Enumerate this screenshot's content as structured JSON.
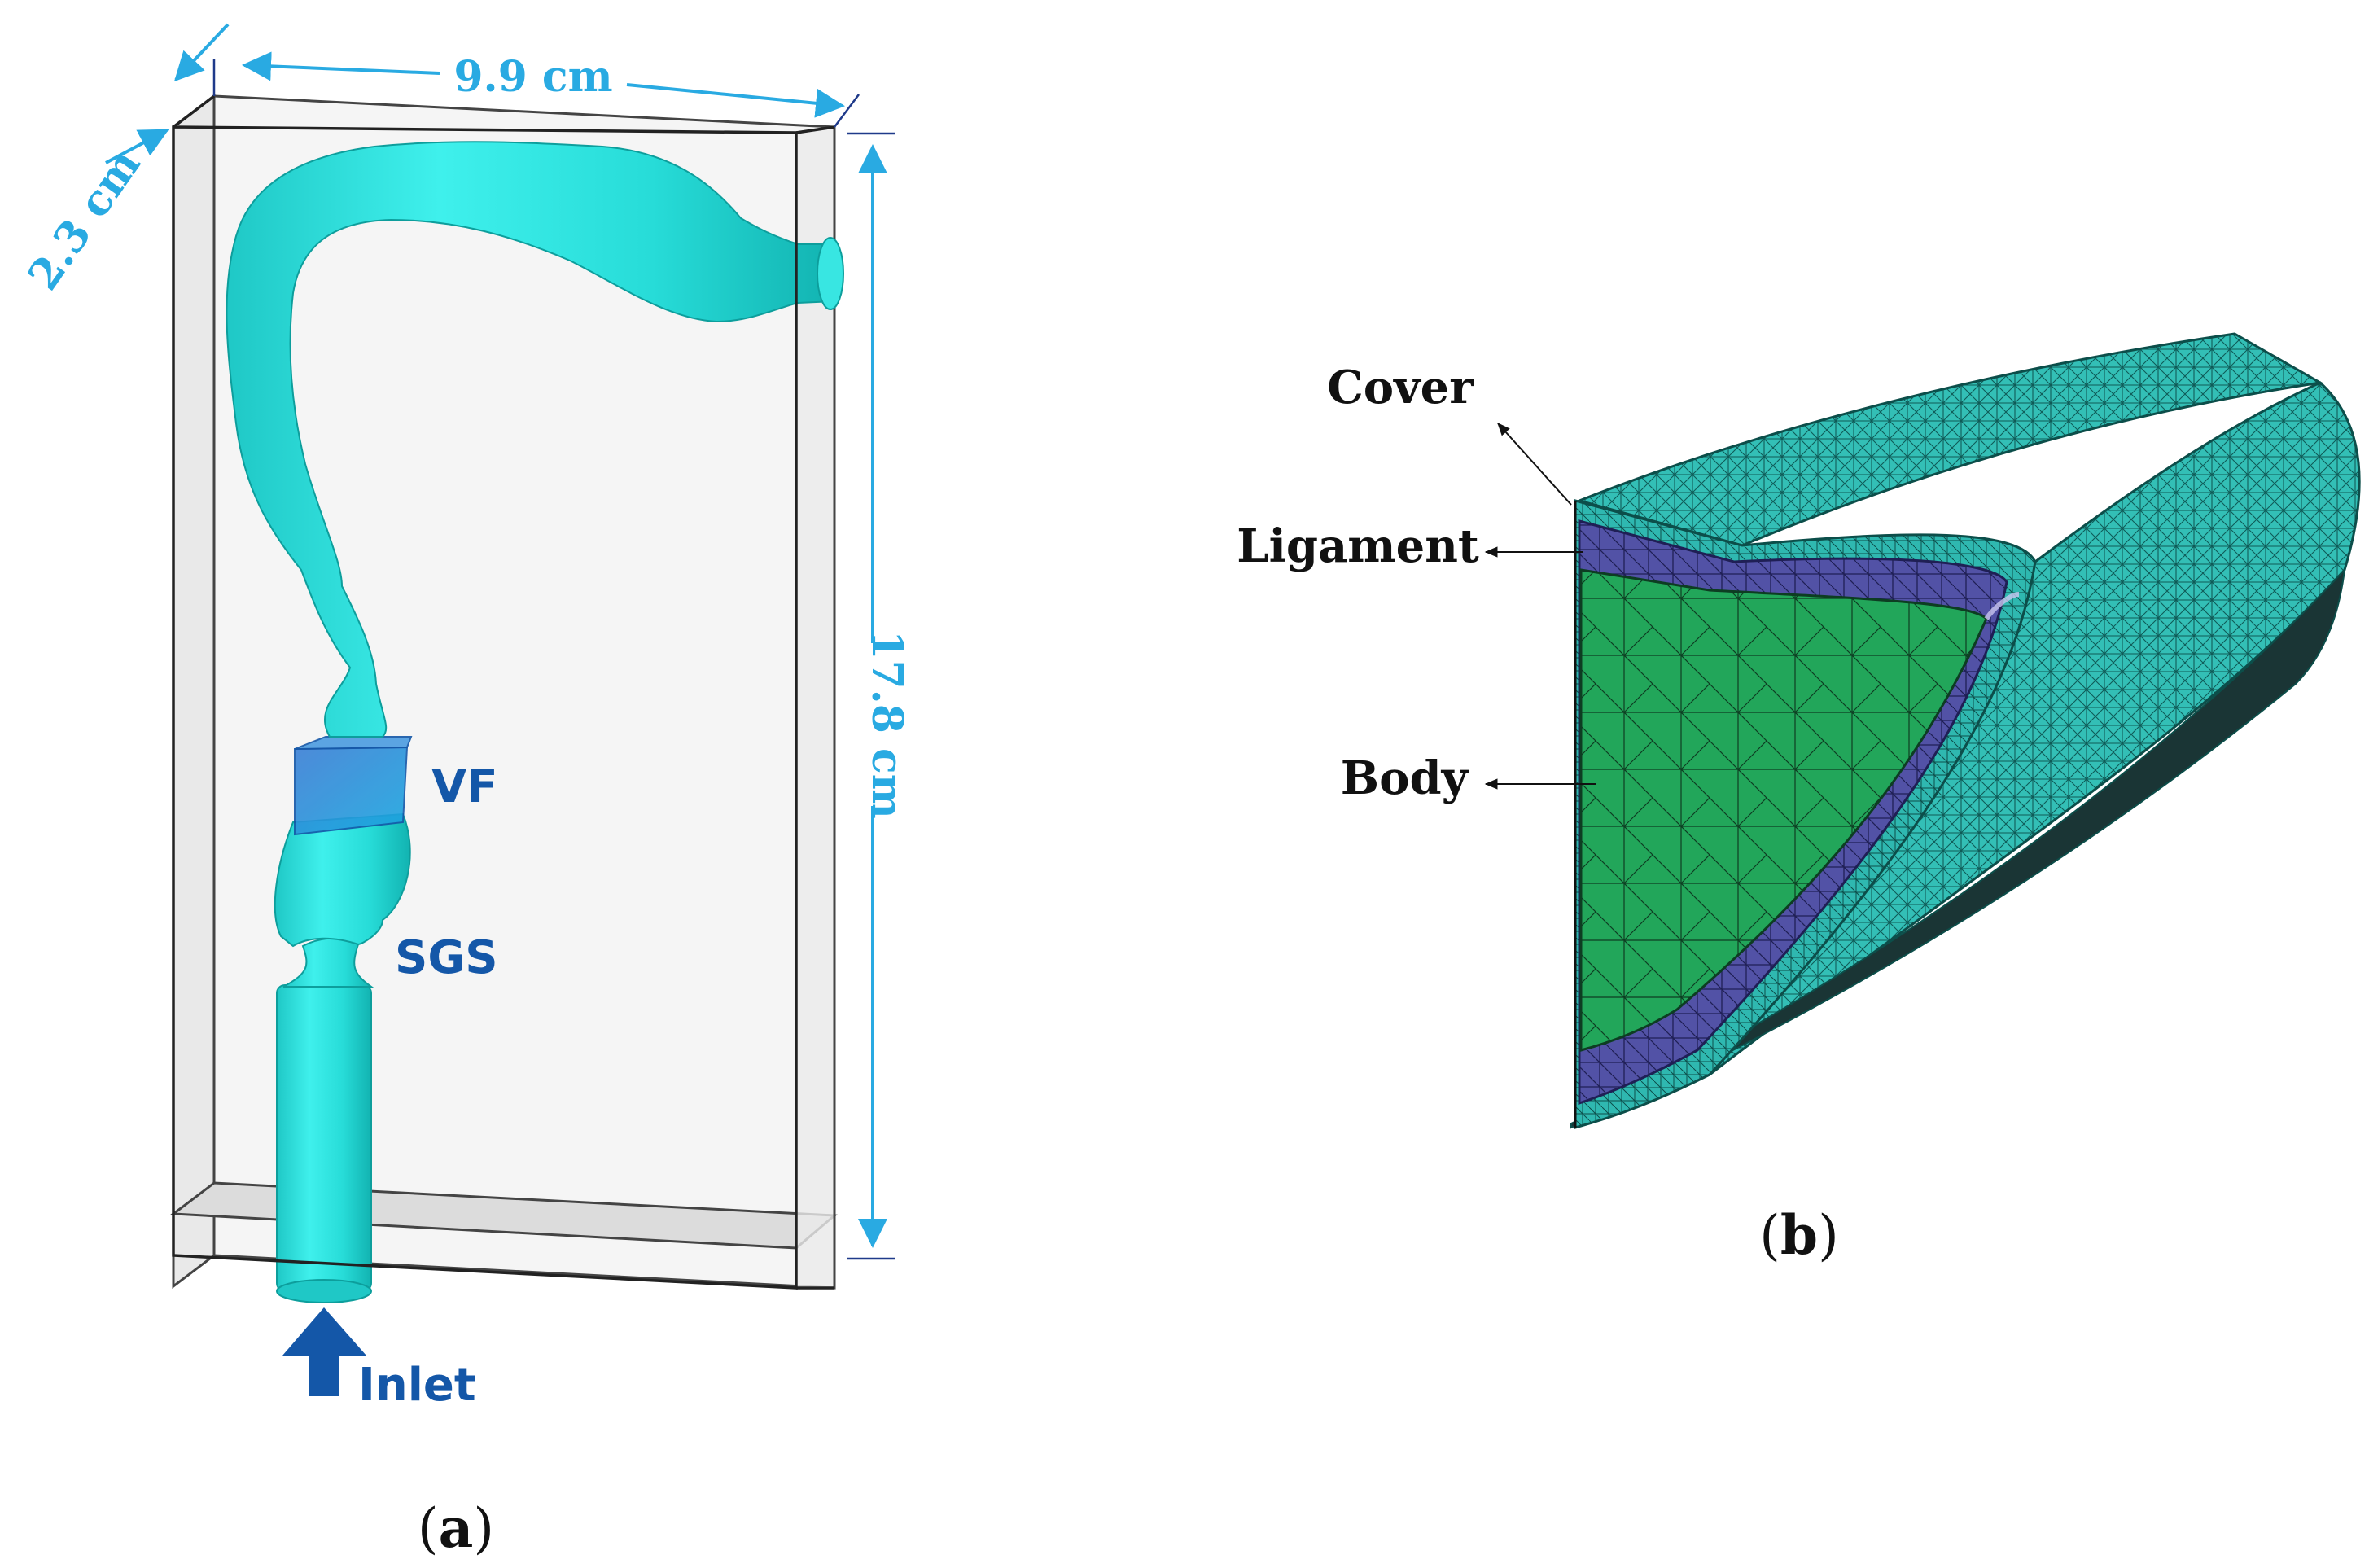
{
  "panel_a": {
    "dimensions": {
      "width": "9.9 cm",
      "depth": "2.3 cm",
      "height": "17.8 cm"
    },
    "regions": {
      "vf": "VF",
      "sgs": "SGS",
      "inlet": "Inlet"
    },
    "caption": {
      "open": "(",
      "letter": "a",
      "close": ")"
    }
  },
  "panel_b": {
    "layers": {
      "cover": "Cover",
      "ligament": "Ligament",
      "body": "Body"
    },
    "caption": {
      "open": "(",
      "letter": "b",
      "close": ")"
    }
  },
  "colors": {
    "dimension_blue": "#29aae2",
    "label_blue": "#1457a8",
    "airway_cyan": "#2fe3df",
    "cover_teal": "#35c4bb",
    "ligament_purple": "#5453a8",
    "body_green": "#22a85a",
    "box_edge": "#333333",
    "box_fill": "#f5f5f5"
  }
}
